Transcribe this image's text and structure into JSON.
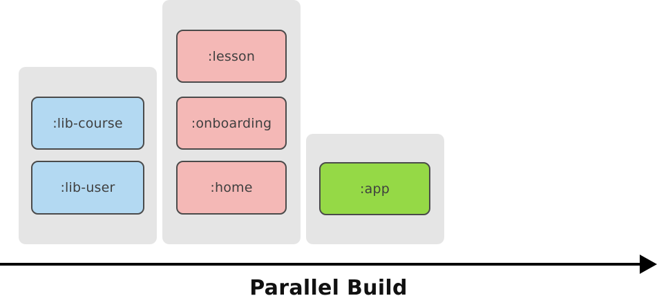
{
  "colors": {
    "group_background": "#e5e5e5",
    "library_module": "#b3d9f2",
    "feature_module": "#f4b8b6",
    "app_module": "#95d946",
    "border": "#4a4a4a",
    "arrow": "#000000"
  },
  "stages": [
    {
      "modules": [
        ":lib-course",
        ":lib-user"
      ]
    },
    {
      "modules": [
        ":lesson",
        ":onboarding",
        ":home"
      ]
    },
    {
      "modules": [
        ":app"
      ]
    }
  ],
  "timeline": {
    "label": "Parallel Build"
  }
}
